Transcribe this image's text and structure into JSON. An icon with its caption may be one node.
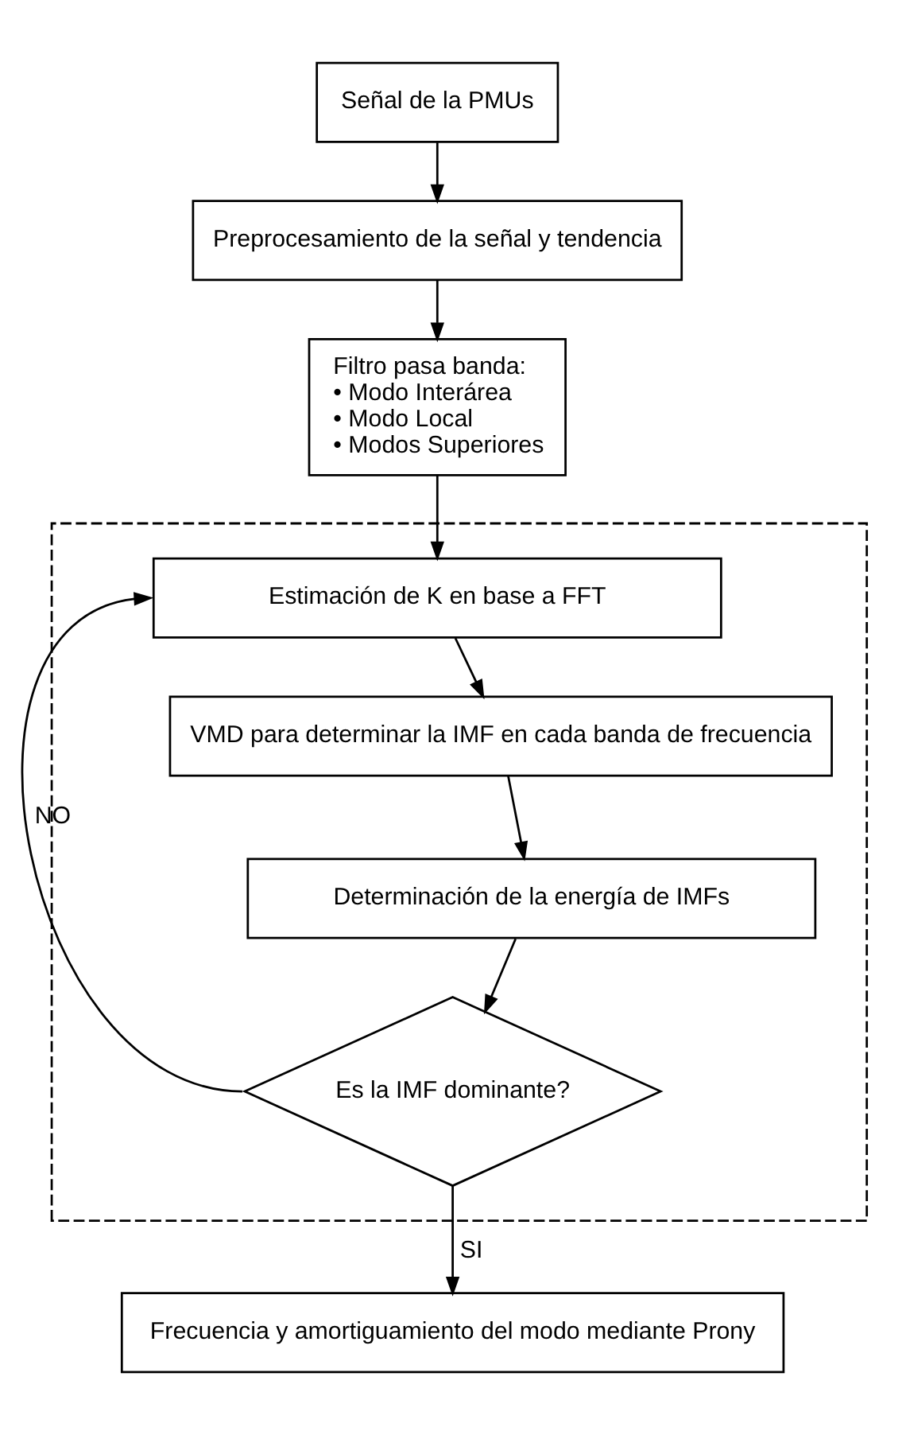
{
  "diagram": {
    "nodes": [
      {
        "text": [
          "Señal de la PMUs"
        ]
      },
      {
        "text": [
          "Preprocesamiento de la señal y tendencia"
        ]
      },
      {
        "text": [
          "Filtro pasa banda:",
          "• Modo Interárea",
          "• Modo Local",
          "• Modos Superiores"
        ]
      },
      {
        "text": [],
        "shape": "box"
      },
      {
        "text": [
          "Estimación de K en base a FFT"
        ],
        "in": 3
      },
      {
        "text": [
          "VMD para determinar la IMF en cada banda de frecuencia"
        ],
        "in": 3
      },
      {
        "text": [
          "Determinación de la energía de IMFs"
        ],
        "in": 3
      },
      {
        "text": [
          "Es la IMF dominante?"
        ],
        "in": 3
      },
      {
        "text": [
          "Frecuencia y amortiguamiento del modo mediante Prony"
        ]
      }
    ],
    "edges": [
      {
        "from": 0,
        "to": 1,
        "arrow": "to"
      },
      {
        "from": 1,
        "to": 2,
        "arrow": "to"
      },
      {
        "from": 2,
        "to": 4,
        "arrow": "to"
      },
      {
        "from": 4,
        "to": 5,
        "arrow": "to"
      },
      {
        "from": 5,
        "to": 6,
        "arrow": "to"
      },
      {
        "from": 6,
        "to": 7,
        "arrow": "to"
      },
      {
        "from": 7,
        "to": 4,
        "arrow": "to",
        "label": "NO"
      },
      {
        "from": 7,
        "to": 8,
        "arrow": "to",
        "label": "SI"
      }
    ]
  }
}
